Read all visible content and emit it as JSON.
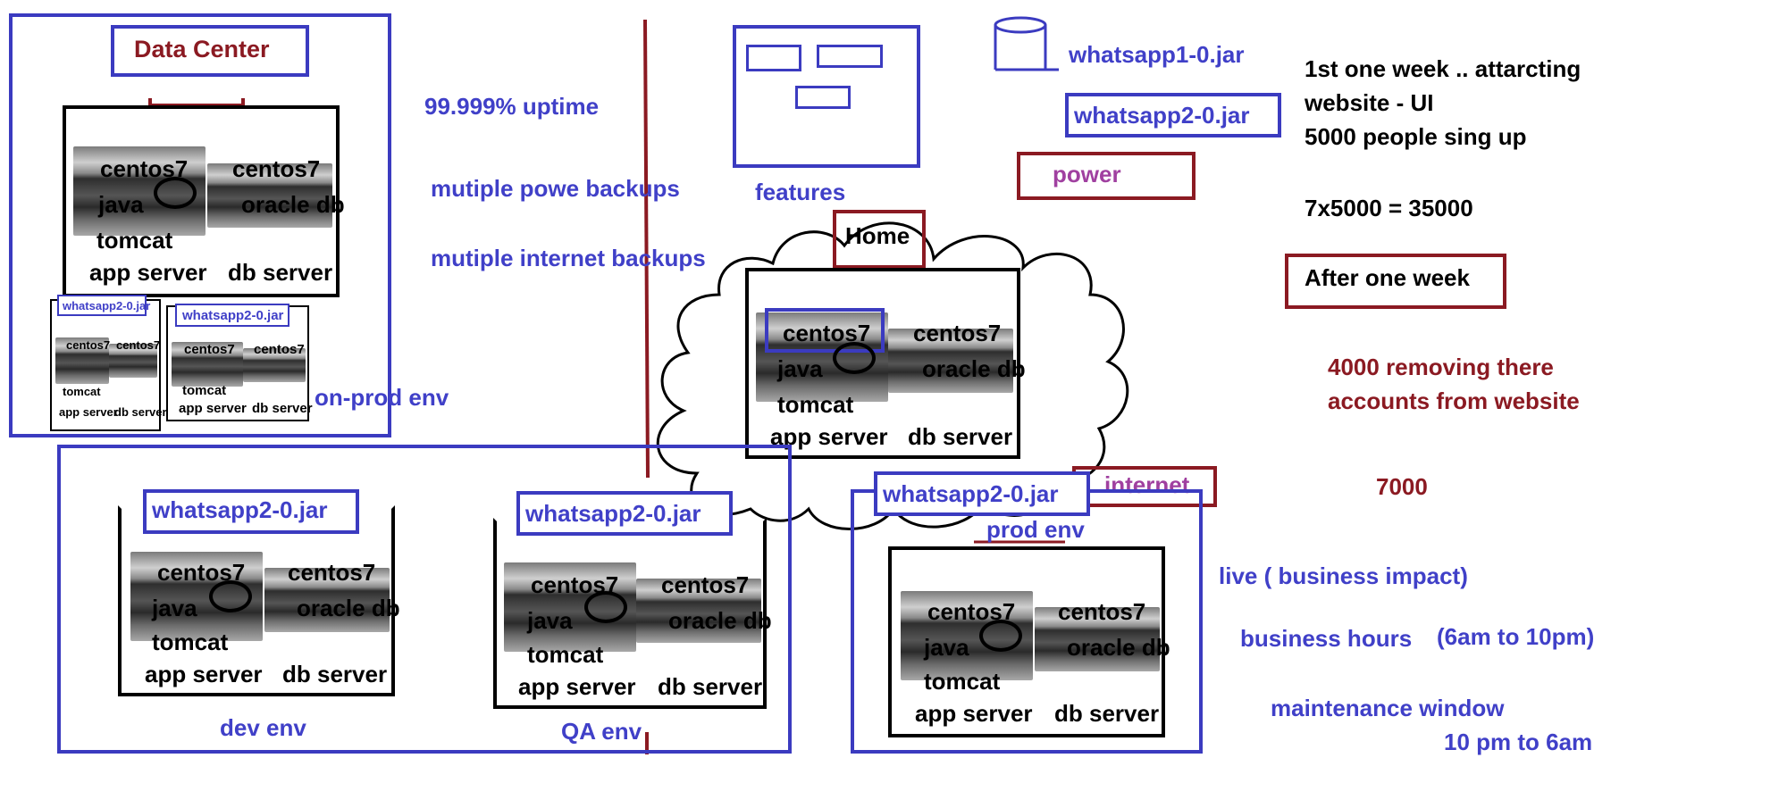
{
  "data_center": {
    "title": "Data Center",
    "app_labels": [
      "centos7",
      "java",
      "tomcat",
      "app server"
    ],
    "db_labels": [
      "centos7",
      "oracle db",
      "db server"
    ],
    "mini1_jar": "whatsapp2-0.jar",
    "mini2_jar": "whatsapp2-0.jar",
    "non_prod": "on-prod env"
  },
  "notes_left": {
    "uptime": "99.999% uptime",
    "power": "mutiple powe backups",
    "internet": "mutiple internet backups"
  },
  "features": "features",
  "cloud": {
    "home": "Home",
    "server_labels": [
      "centos7",
      "java",
      "tomcat",
      "app server",
      "centos7",
      "oracle db",
      "db server"
    ]
  },
  "jars": {
    "jar1": "whatsapp1-0.jar",
    "jar2": "whatsapp2-0.jar"
  },
  "power": "power",
  "internet": "internet",
  "right_notes": {
    "line1": "1st one week .. attarcting",
    "line2": "website - UI",
    "line3": "5000 people sing up",
    "calc": "7x5000 = 35000",
    "after_week": "After one week",
    "removing1": "4000 removing there",
    "removing2": "accounts from website",
    "count": "7000",
    "live": "live ( business impact)",
    "hours": "business hours",
    "hours_range": "(6am to 10pm)",
    "maint": "maintenance window",
    "maint_range": "10 pm to 6am"
  },
  "dev": {
    "jar": "whatsapp2-0.jar",
    "label": "dev env"
  },
  "qa": {
    "jar": "whatsapp2-0.jar",
    "label": "QA env"
  },
  "prod": {
    "jar": "whatsapp2-0.jar",
    "label": "prod env"
  },
  "colors": {
    "blue": "#3b3bc0",
    "maroon": "#8b1a22",
    "purple": "#a040a0"
  }
}
